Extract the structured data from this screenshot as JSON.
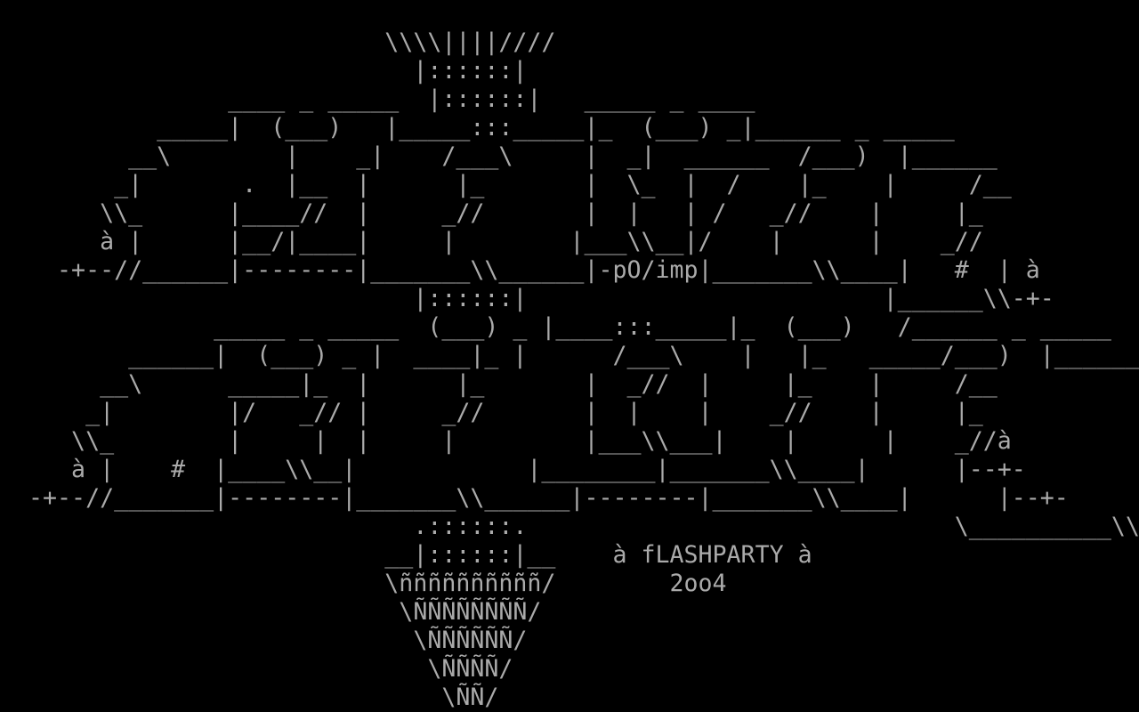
{
  "colors": {
    "background": "#000000",
    "text": "#aaaaaa"
  },
  "art_lines": [
    "                           \\\\\\\\||||////",
    "                             |::::::|",
    "                ____ _ _____  |::::::|   _____ _ ____",
    "           _____|  (___)   |_____:::_____|_  (___) _|______ _ _____",
    "         __\\        |    _|    /___\\     |  _|  ______  /___)  |______",
    "        _|       .  |__  |      |_       |  \\_  |  /    |_    |     /__",
    "       \\\\_      |____//  |     _//       |  |   | /   _//    |     |_",
    "       à |      |__/|____|     |        |___\\\\__|/    |      |    _//",
    "    -+--//______|--------|_______\\\\______|-pO/imp|_______\\\\____|   #  | à",
    "                             |::::::|                         |______\\\\-+-",
    "               _____ _ _____  (___) _ |____:::_____|_  (___)   /______ _ _____",
    "         ______|  (___) _ |  ____|_ |      /___\\    |   |_   _____/___)  |______",
    "       __\\      _____|_  |      |_       |  _//  |     |_    |     /__",
    "      _|        |/   _// |     _//       |  |    |    _//    |     |_",
    "     \\\\_        |     |  |     |         |___\\\\___|    |      |    _//à",
    "     à |    #  |____\\\\__|            |________|_______\\\\____|      |--+-",
    "  -+--//_______|--------|_______\\\\______|--------|_______\\\\____|      |--+-",
    "                             .::::::.                              \\__________\\\\",
    "                           __|::::::|__    à fLASHPARTY à",
    "                           \\ññññññññññ/        2oo4",
    "                            \\ÑÑÑÑÑÑÑÑ/",
    "                             \\ÑÑÑÑÑÑ/",
    "                              \\ÑÑÑÑ/",
    "                               \\ÑÑ/"
  ]
}
